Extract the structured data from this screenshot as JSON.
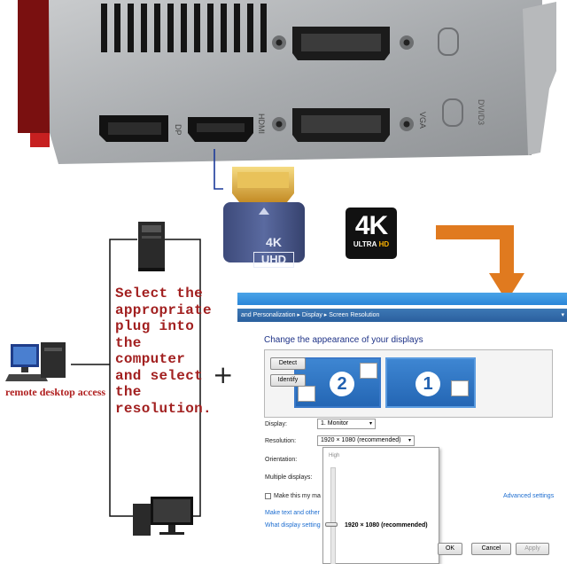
{
  "gpu": {
    "port_labels": [
      "DP",
      "HDMI",
      "DVI",
      "VGA"
    ],
    "bracket_text": "DVI/D3"
  },
  "plug": {
    "line1": "4K",
    "line2": "UHD"
  },
  "badge": {
    "big": "4K",
    "small_a": "ULTRA",
    "small_b": "HD"
  },
  "instruction": {
    "lines": [
      "Select the",
      "appropriate",
      "plug into",
      "the",
      "computer",
      "and select",
      "the",
      "resolution."
    ]
  },
  "remote_label": "remote desktop access",
  "plus_sign": "+",
  "window": {
    "breadcrumb": "and Personalization  ▸  Display  ▸  Screen Resolution",
    "title": "Change the appearance of your displays",
    "monitor_2": "2",
    "monitor_1": "1",
    "detect_label": "Detect",
    "identify_label": "Identify",
    "display_label": "Display:",
    "display_value": "1. Monitor",
    "resolution_label": "Resolution:",
    "resolution_value": "1920 × 1080 (recommended)",
    "orientation_label": "Orientation:",
    "multiple_label": "Multiple displays:",
    "make_main": "Make this my ma",
    "advanced_link": "Advanced settings",
    "text_link": "Make text and other",
    "display_link": "What display setting",
    "dropdown_high": "High",
    "dropdown_recommended": "1920 × 1080 (recommended)",
    "ok_label": "OK",
    "cancel_label": "Cancel",
    "apply_label": "Apply"
  },
  "colors": {
    "instruction": "#a22020",
    "arrow": "#e07a1f",
    "accent": "#2b86d8",
    "link": "#1c6dd0"
  }
}
